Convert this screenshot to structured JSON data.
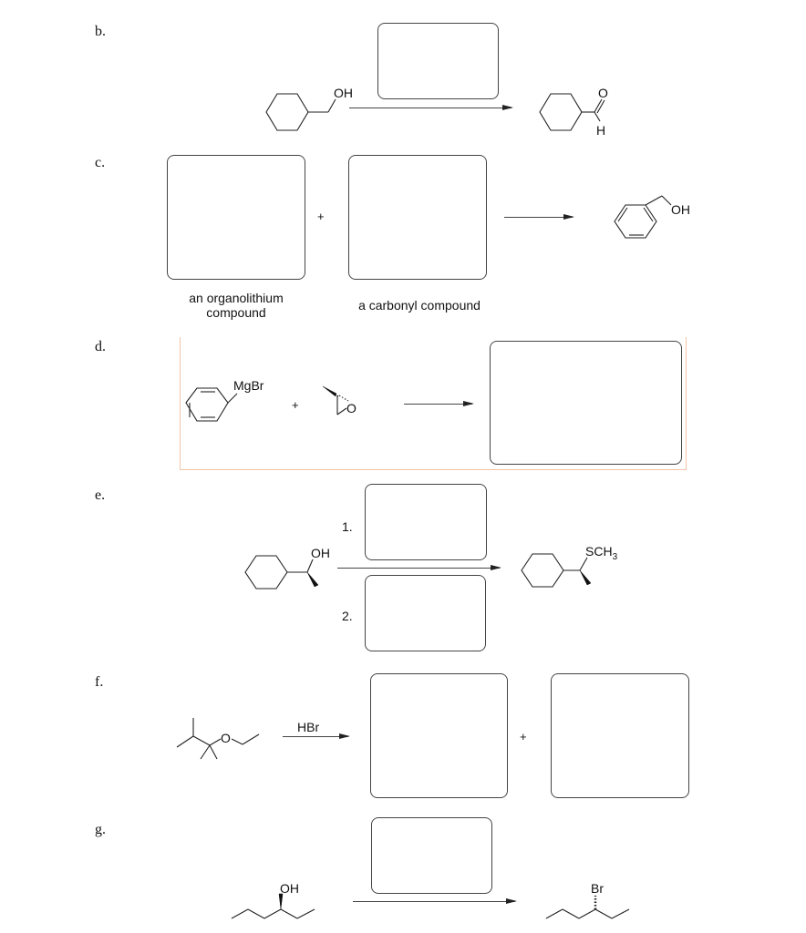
{
  "problems": {
    "b": {
      "label": "b.",
      "reactant_oh": "OH",
      "product_o": "O",
      "product_h": "H"
    },
    "c": {
      "label": "c.",
      "plus": "+",
      "box1_caption_line1": "an organolithium",
      "box1_caption_line2": "compound",
      "box2_caption": "a carbonyl compound",
      "product_oh": "OH"
    },
    "d": {
      "label": "d.",
      "reagent1": "MgBr",
      "plus": "+",
      "epoxide_o": "O",
      "highlight_color": "#f2c4a6"
    },
    "e": {
      "label": "e.",
      "step1": "1.",
      "step2": "2.",
      "reactant_oh": "OH",
      "product_group": "SCH",
      "product_sub": "3"
    },
    "f": {
      "label": "f.",
      "reagent": "HBr",
      "ether_o": "O",
      "plus": "+"
    },
    "g": {
      "label": "g.",
      "reactant_oh": "OH",
      "product_br": "Br"
    }
  }
}
